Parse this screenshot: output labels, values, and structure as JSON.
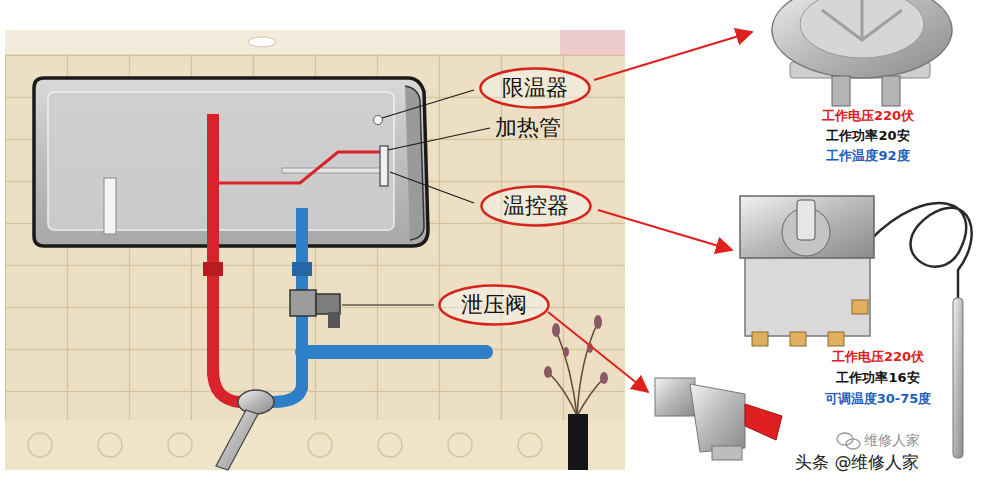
{
  "diagram": {
    "nodes": [
      {
        "text": [
          "限温器"
        ]
      },
      {
        "text": [
          "温控器"
        ]
      },
      {
        "text": [
          "泄压阀"
        ]
      }
    ],
    "labels": [
      "加热管",
      "工作电压220伏",
      "工作功率20安",
      "工作温度92度",
      "工作电压220伏",
      "工作功率16安",
      "可调温度30-75度",
      "维修人家",
      "头条 @维修人家"
    ]
  }
}
